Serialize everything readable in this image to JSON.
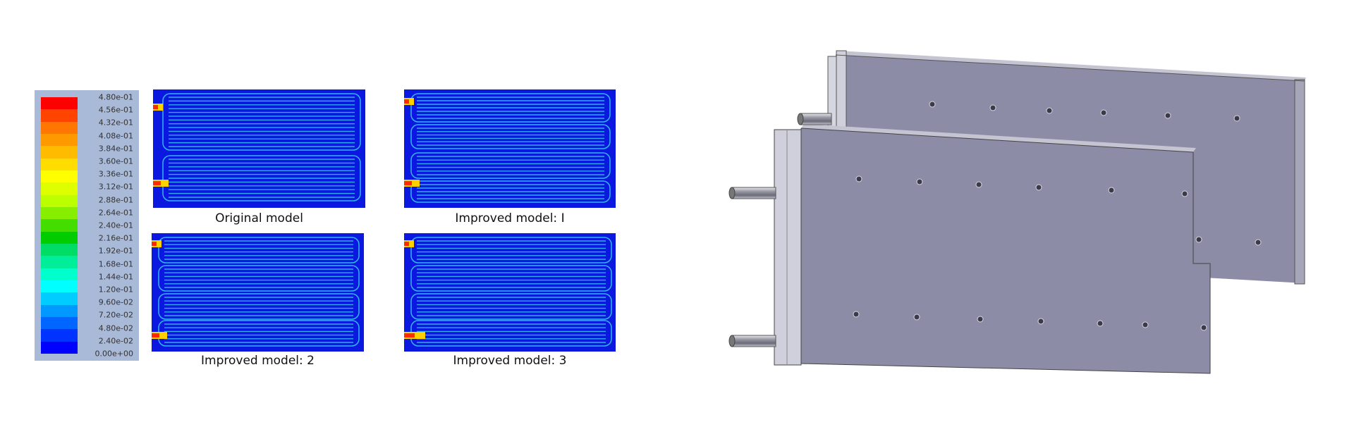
{
  "colorbar": {
    "ticks": [
      "4.80e-01",
      "4.56e-01",
      "4.32e-01",
      "4.08e-01",
      "3.84e-01",
      "3.60e-01",
      "3.36e-01",
      "3.12e-01",
      "2.88e-01",
      "2.64e-01",
      "2.40e-01",
      "2.16e-01",
      "1.92e-01",
      "1.68e-01",
      "1.44e-01",
      "1.20e-01",
      "9.60e-02",
      "7.20e-02",
      "4.80e-02",
      "2.40e-02",
      "0.00e+00"
    ],
    "colors": [
      "#ff0000",
      "#ff4400",
      "#ff7700",
      "#ff9900",
      "#ffbb00",
      "#ffdd00",
      "#ffff00",
      "#ddff00",
      "#bbff00",
      "#88ee00",
      "#44dd00",
      "#00cc00",
      "#00dd66",
      "#00ee99",
      "#00ffcc",
      "#00ffff",
      "#00ccff",
      "#0099ff",
      "#0066ff",
      "#0033ff",
      "#0000ff"
    ]
  },
  "panels": [
    {
      "caption": "Original model"
    },
    {
      "caption": "Improved model: I"
    },
    {
      "caption": "Improved model: 2"
    },
    {
      "caption": "Improved model: 3"
    }
  ],
  "colors": {
    "flow_background": "#0a18e0",
    "channel": "#36c8f0",
    "hot": "#ff2a00",
    "warm": "#ffd000",
    "plate_face": "#8c8ca6",
    "plate_edge": "#b8b8c8"
  }
}
